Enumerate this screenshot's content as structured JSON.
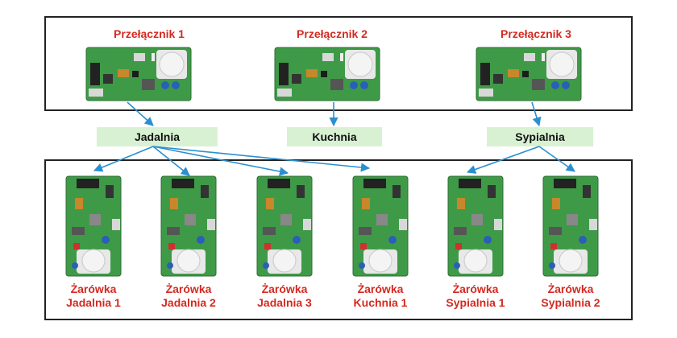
{
  "switches": [
    {
      "label": "Przełącznik 1",
      "icon": "sensor-board-icon"
    },
    {
      "label": "Przełącznik 2",
      "icon": "sensor-board-icon"
    },
    {
      "label": "Przełącznik 3",
      "icon": "sensor-board-icon"
    }
  ],
  "groups": [
    {
      "label": "Jadalnia"
    },
    {
      "label": "Kuchnia"
    },
    {
      "label": "Sypialnia"
    }
  ],
  "bulbs": [
    {
      "line1": "Żarówka",
      "line2": "Jadalnia 1",
      "icon": "sensor-board-icon"
    },
    {
      "line1": "Żarówka",
      "line2": "Jadalnia 2",
      "icon": "sensor-board-icon"
    },
    {
      "line1": "Żarówka",
      "line2": "Jadalnia 3",
      "icon": "sensor-board-icon"
    },
    {
      "line1": "Żarówka",
      "line2": "Kuchnia 1",
      "icon": "sensor-board-icon"
    },
    {
      "line1": "Żarówka",
      "line2": "Sypialnia 1",
      "icon": "sensor-board-icon"
    },
    {
      "line1": "Żarówka",
      "line2": "Sypialnia 2",
      "icon": "sensor-board-icon"
    }
  ],
  "colors": {
    "label_red": "#d42a20",
    "group_fill": "#d8f1d3",
    "arrow_blue": "#2a8fd0",
    "pcb_green": "#3f9a48"
  }
}
